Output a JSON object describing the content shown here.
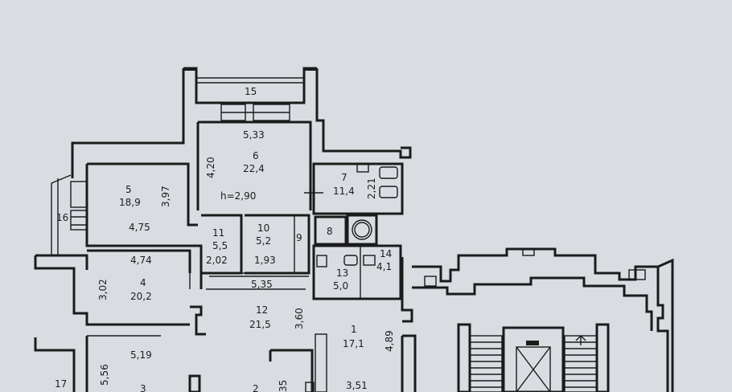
{
  "colors": {
    "background": "#d9dde2",
    "ink": "#1b1b1b"
  },
  "labels": {
    "r15": "15",
    "r6_width": "5,33",
    "r6_depth": "4,20",
    "r6_no": "6",
    "r6_area": "22,4",
    "ceiling": "h=2,90",
    "r7_no": "7",
    "r7_area": "11,4",
    "r7_dim": "2,21",
    "r5_no": "5",
    "r5_area": "18,9",
    "r5_dim": "3,97",
    "r5_width": "4,75",
    "r16": "16",
    "r11_no": "11",
    "r11_area": "5,5",
    "r11_dim": "2,02",
    "r10_no": "10",
    "r10_area": "5,2",
    "r10_dim": "1,93",
    "r9": "9",
    "r8": "8",
    "r14_no": "14",
    "r14_area": "4,1",
    "r13_no": "13",
    "r13_area": "5,0",
    "r4_width": "4,74",
    "r4_dim": "3,02",
    "r4_no": "4",
    "r4_area": "20,2",
    "r12_width": "5,35",
    "r12_no": "12",
    "r12_area": "21,5",
    "r12_dim": "3,60",
    "r1_no": "1",
    "r1_area": "17,1",
    "r1_dim": "4,89",
    "r3_width": "5,19",
    "r3_dim": "5,56",
    "r17": "17",
    "r3_no": "3",
    "r2_no": "2",
    "r2_dim_partial": "35",
    "r1_width": "3,51"
  }
}
